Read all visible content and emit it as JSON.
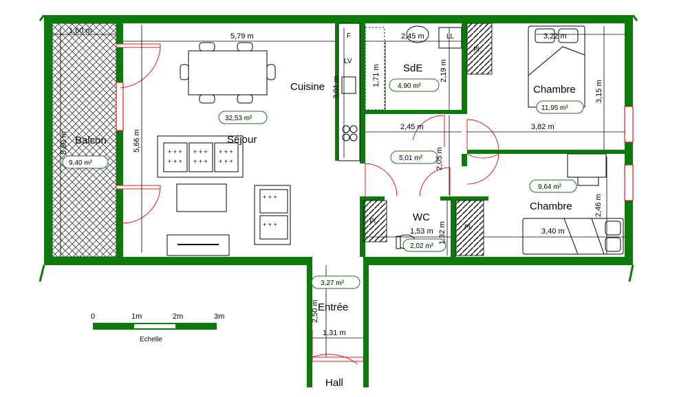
{
  "rooms": {
    "sejour": "Séjour",
    "cuisine": "Cuisine",
    "sde": "SdE",
    "chambre1": "Chambre",
    "chambre2": "Chambre",
    "wc": "WC",
    "balcon": "Balcon",
    "entree": "Entrée",
    "hall": "Hall"
  },
  "areas": {
    "sejour": "32,53 m²",
    "balcon": "9,40 m²",
    "sde": "4,90 m²",
    "chambre1": "11,95 m²",
    "degagement": "5,01 m²",
    "chambre2": "9,64 m²",
    "wc": "2,02 m²",
    "entree": "3,27 m²"
  },
  "dimensions": {
    "balcon_width": "1,60 m",
    "balcon_height": "5,60 m",
    "sejour_width": "5,79 m",
    "sejour_height": "5,66 m",
    "cuisine_height": "3,01 m",
    "sde_width": "2,45 m",
    "sde_inner": "1,71 m",
    "sde_height": "2,19 m",
    "chambre1_width": "3,22 m",
    "chambre1_height": "3,15 m",
    "deg_width": "2,45 m",
    "chambre_sep_width": "3,82 m",
    "deg_height": "2,05 m",
    "wc_width": "1,53 m",
    "wc_height": "1,32 m",
    "chambre2_width": "3,40 m",
    "chambre2_height": "2,46 m",
    "entree_height": "2,50 m",
    "entree_width": "1,31 m"
  },
  "fixtures": {
    "frigo": "F",
    "lave_vaisselle": "LV",
    "lave_linge": "LL",
    "placard": "Pl."
  },
  "scale": {
    "title": "Echelle",
    "ticks": [
      "0",
      "1m",
      "2m",
      "3m"
    ]
  },
  "colors": {
    "wall": "#0a7a0a",
    "door": "#e0181b",
    "dim_line": "#000000",
    "area_border": "#1f6b1f",
    "hatch": "#444444"
  }
}
